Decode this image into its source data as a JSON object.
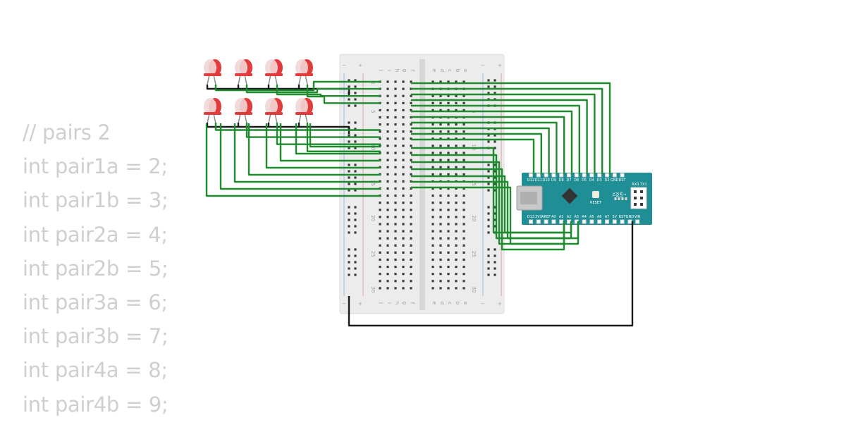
{
  "code_lines": [
    "// pairs 2",
    "int pair1a = 2;",
    "int pair1b = 3;",
    "int pair2a = 4;",
    "int pair2b = 5;",
    "int pair3a = 6;",
    "int pair3b = 7;",
    "int pair4a = 8;",
    "int pair4b = 9;"
  ],
  "breadboard": {
    "column_letters_left": [
      "j",
      "i",
      "h",
      "g",
      "f"
    ],
    "column_letters_right": [
      "e",
      "d",
      "c",
      "b",
      "a"
    ],
    "row_numbers": [
      "1",
      "5",
      "10",
      "15",
      "20",
      "25",
      "30"
    ],
    "rail_plus": "+",
    "rail_minus": "−"
  },
  "arduino": {
    "top_pin_labels": [
      "D12",
      "D11",
      "D10",
      "D9",
      "D8",
      "D7",
      "D6",
      "D5",
      "D4",
      "D3",
      "D2",
      "GND",
      "RST"
    ],
    "bottom_pin_labels": [
      "D13",
      "3V3",
      "AREF",
      "A0",
      "A1",
      "A2",
      "A3",
      "A4",
      "A5",
      "A6",
      "A7",
      "5V",
      "RST",
      "GND",
      "VIN"
    ],
    "reset_label": "RESET",
    "led_labels": [
      "TX",
      "RX",
      "ON",
      "L"
    ],
    "header_label": "RX0 TX1"
  },
  "colors": {
    "wire_green": "#1e8c2e",
    "wire_black": "#1a1a1a",
    "arduino_teal": "#1f8e95",
    "led_red": "#e23b3b",
    "breadboard": "#ececec"
  }
}
